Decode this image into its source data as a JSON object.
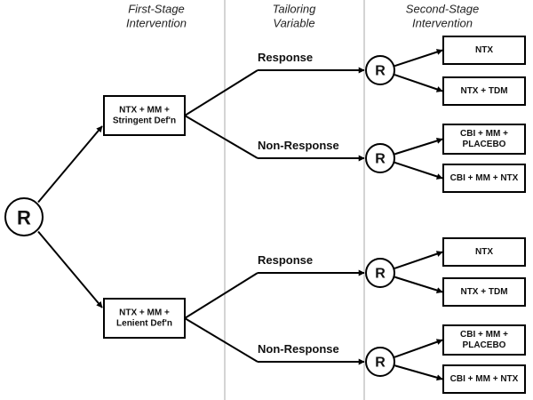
{
  "headers": {
    "first_stage": [
      "First-Stage",
      "Intervention"
    ],
    "tailoring": [
      "Tailoring",
      "Variable"
    ],
    "second_stage": [
      "Second-Stage",
      "Intervention"
    ]
  },
  "randomization_label": "R",
  "first_stage_options": [
    {
      "label": [
        "NTX + MM +",
        "Stringent Def'n"
      ],
      "branches": [
        {
          "label": "Response",
          "options": [
            [
              "NTX"
            ],
            [
              "NTX + TDM"
            ]
          ]
        },
        {
          "label": "Non-Response",
          "options": [
            [
              "CBI + MM +",
              "PLACEBO"
            ],
            [
              "CBI + MM + NTX"
            ]
          ]
        }
      ]
    },
    {
      "label": [
        "NTX + MM +",
        "Lenient Def'n"
      ],
      "branches": [
        {
          "label": "Response",
          "options": [
            [
              "NTX"
            ],
            [
              "NTX + TDM"
            ]
          ]
        },
        {
          "label": "Non-Response",
          "options": [
            [
              "CBI + MM +",
              "PLACEBO"
            ],
            [
              "CBI + MM + NTX"
            ]
          ]
        }
      ]
    }
  ],
  "colors": {
    "line": "#000000",
    "divider": "#b8b8b8",
    "text": "#111111"
  }
}
